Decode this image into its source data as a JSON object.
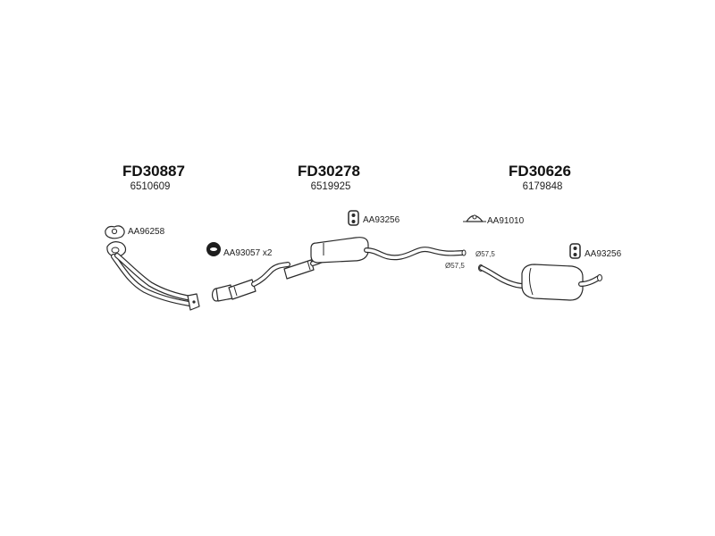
{
  "parts": [
    {
      "code": "FD30887",
      "oe_number": "6510609"
    },
    {
      "code": "FD30278",
      "oe_number": "6519925"
    },
    {
      "code": "FD30626",
      "oe_number": "6179848"
    }
  ],
  "accessories": [
    {
      "label": "AA96258",
      "icon": "gasket-icon"
    },
    {
      "label": "AA93057 x2",
      "icon": "rubber-ring-icon"
    },
    {
      "label": "AA93256",
      "icon": "rubber-hanger-icon"
    },
    {
      "label": "AA91010",
      "icon": "pipe-clamp-icon"
    },
    {
      "label": "AA93256",
      "icon": "rubber-hanger-icon"
    }
  ],
  "dimensions": [
    {
      "label": "Ø57,5"
    },
    {
      "label": "Ø57,5"
    }
  ]
}
